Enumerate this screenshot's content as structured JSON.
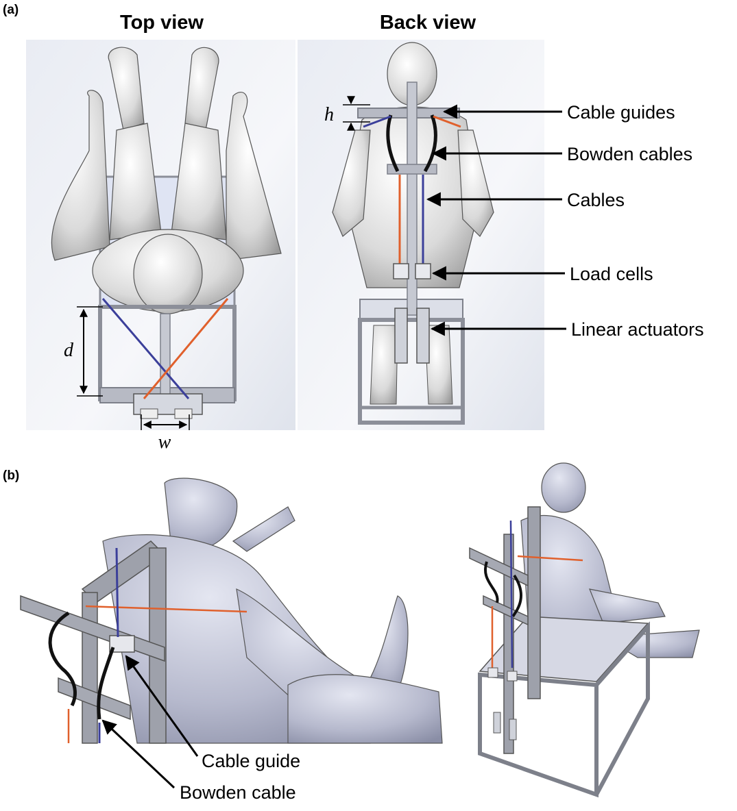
{
  "panel_a": {
    "label": "(a)",
    "top_view_title": "Top view",
    "back_view_title": "Back view",
    "dims": {
      "d": "d",
      "w": "w",
      "h": "h"
    },
    "callouts": [
      "Cable guides",
      "Bowden cables",
      "Cables",
      "Load cells",
      "Linear actuators"
    ]
  },
  "panel_b": {
    "label": "(b)",
    "callouts": [
      "Cable guide",
      "Bowden cable"
    ]
  },
  "colors": {
    "cable_blue": "#3b3f9a",
    "cable_orange": "#e0602c",
    "mannequin": "#c9ccdb",
    "frame": "#8c8f99"
  }
}
